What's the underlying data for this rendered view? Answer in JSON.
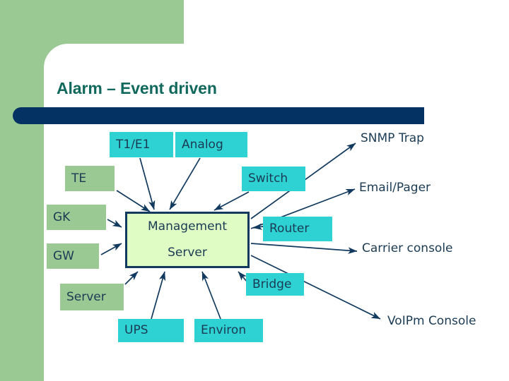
{
  "slide": {
    "title": "Alarm – Event driven",
    "accent_title_color": "#11685C",
    "accent_bar_color": "#043263",
    "sidebar_color": "#9BC994",
    "background_color": "#FFFFFF"
  },
  "diagram": {
    "type": "hub-and-spoke",
    "hub": {
      "line_1": "Management",
      "line_2": "Server",
      "fill_color": "#DEFCC4",
      "border_color": "#123A5E"
    },
    "source_nodes": [
      {
        "label": "T1/E1",
        "color": "#2ED2D2",
        "style": "cyan"
      },
      {
        "label": "Analog",
        "color": "#2ED2D2",
        "style": "cyan"
      },
      {
        "label": "TE",
        "color": "#9BC994",
        "style": "green"
      },
      {
        "label": "Switch",
        "color": "#2ED2D2",
        "style": "cyan"
      },
      {
        "label": "GK",
        "color": "#9BC994",
        "style": "green"
      },
      {
        "label": "Router",
        "color": "#2ED2D2",
        "style": "cyan"
      },
      {
        "label": "GW",
        "color": "#9BC994",
        "style": "green"
      },
      {
        "label": "Server",
        "color": "#9BC994",
        "style": "green"
      },
      {
        "label": "Bridge",
        "color": "#2ED2D2",
        "style": "cyan"
      },
      {
        "label": "UPS",
        "color": "#2ED2D2",
        "style": "cyan"
      },
      {
        "label": "Environ",
        "color": "#2ED2D2",
        "style": "cyan"
      }
    ],
    "output_labels": [
      {
        "label": "SNMP Trap"
      },
      {
        "label": "Email/Pager"
      },
      {
        "label": "Carrier console"
      },
      {
        "label": "VoIPm Console"
      }
    ],
    "arrow_color": "#123A5E"
  }
}
